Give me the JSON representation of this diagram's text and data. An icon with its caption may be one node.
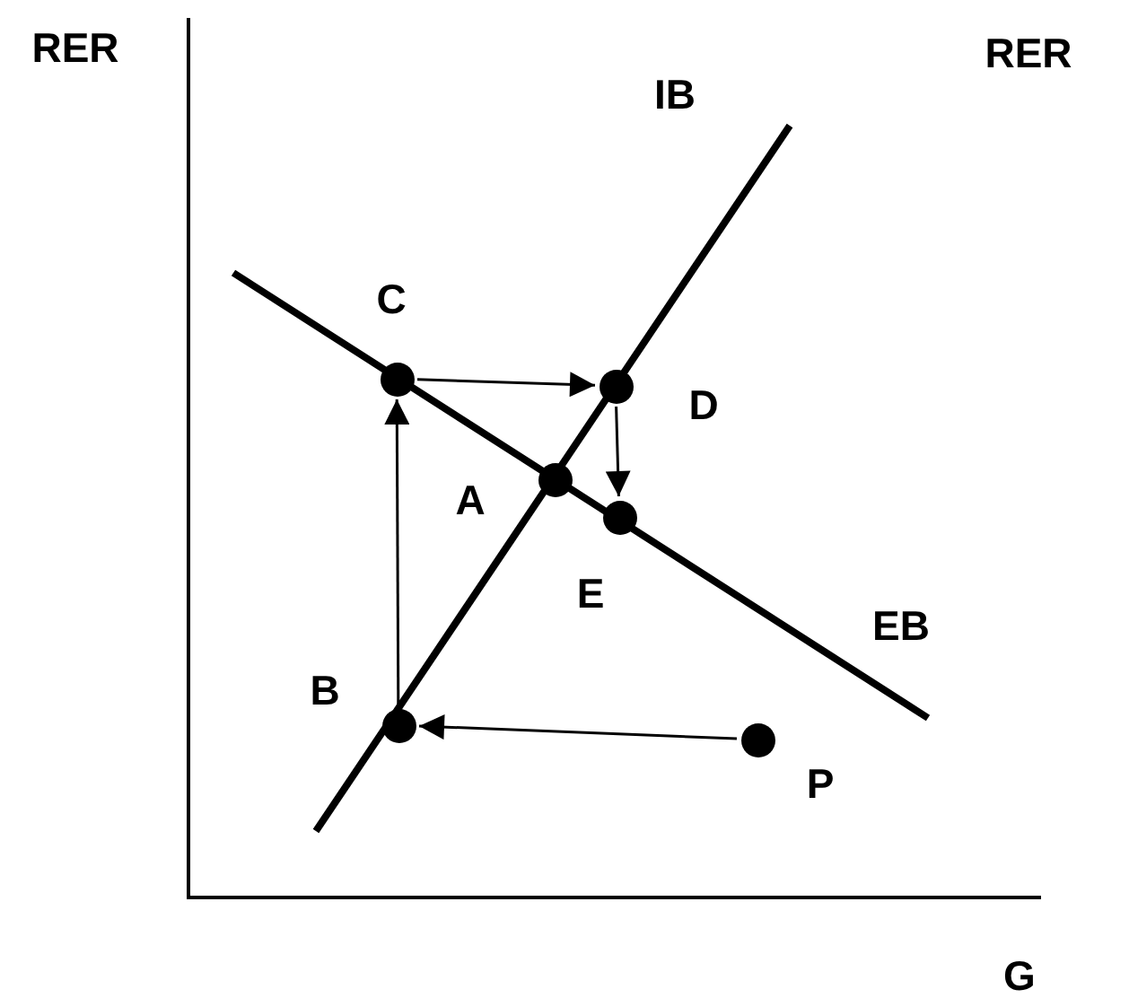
{
  "diagram": {
    "nodes": [
      {
        "text": [],
        "shape": "circle",
        "beside": [
          "C"
        ]
      },
      {
        "text": [],
        "shape": "circle",
        "beside": [
          "D"
        ]
      },
      {
        "text": [],
        "shape": "circle",
        "beside": [
          "A"
        ]
      },
      {
        "text": [],
        "shape": "circle",
        "beside": [
          "E"
        ]
      },
      {
        "text": [],
        "shape": "circle",
        "beside": [
          "B"
        ]
      },
      {
        "text": [],
        "shape": "circle",
        "beside": [
          "P"
        ]
      }
    ],
    "edges": [
      {
        "from": 5,
        "to": 4,
        "arrow": "to"
      },
      {
        "from": 4,
        "to": 0,
        "arrow": "to"
      },
      {
        "from": 0,
        "to": 1,
        "arrow": "to"
      },
      {
        "from": 1,
        "to": 3,
        "arrow": "to"
      }
    ],
    "labels": [
      "RER",
      "RER",
      "IB",
      "EB",
      "G"
    ]
  }
}
